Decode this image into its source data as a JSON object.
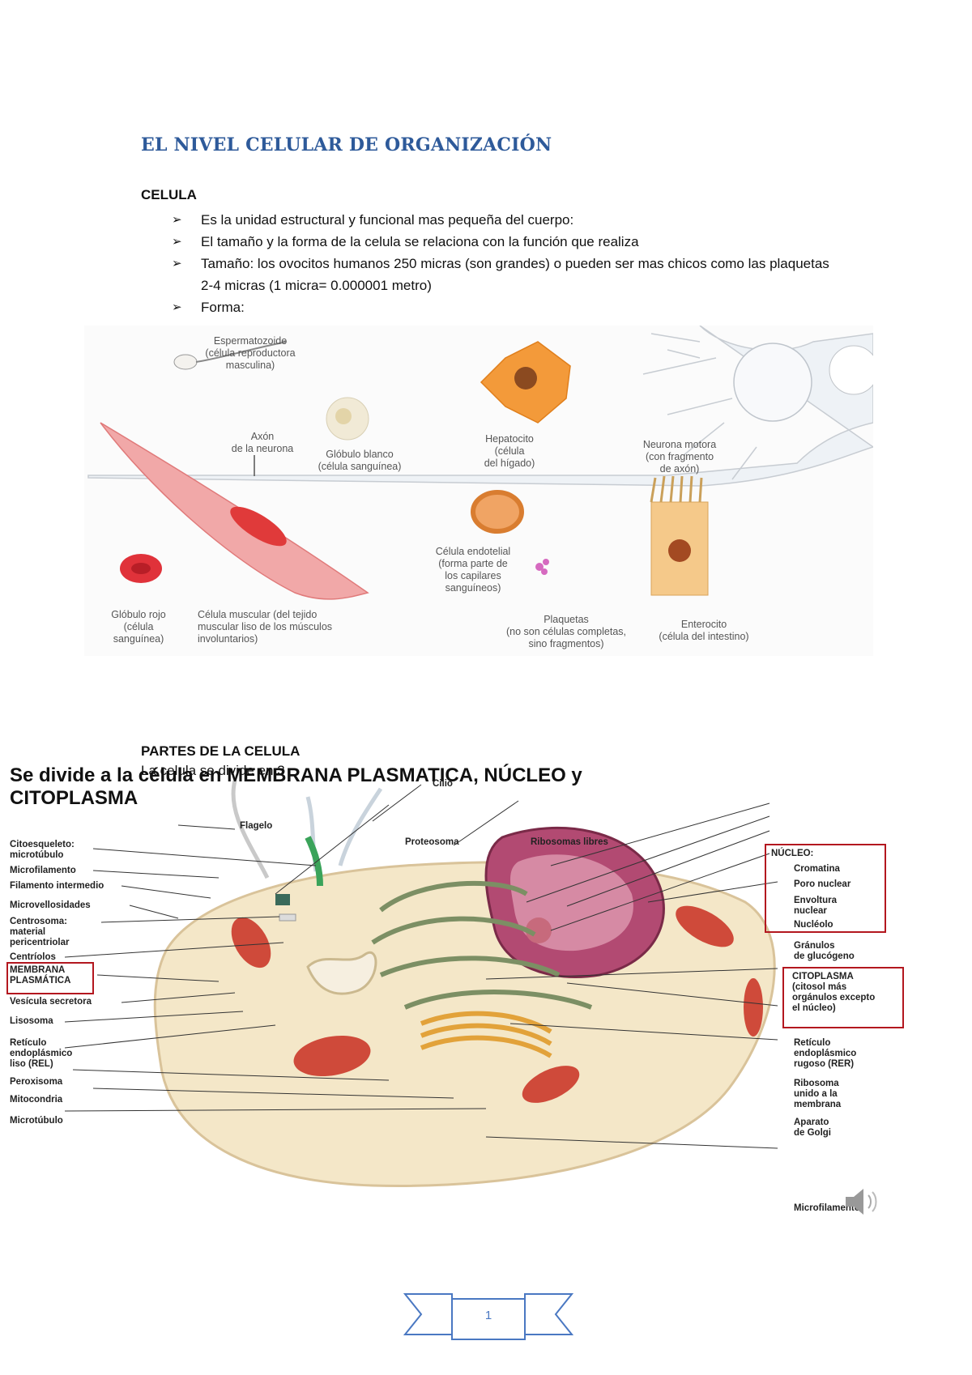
{
  "title": "EL NIVEL  CELULAR DE ORGANIZACIÓN",
  "section1": {
    "heading": "CELULA",
    "bullets": [
      "Es la unidad estructural y funcional mas pequeña del cuerpo:",
      "El tamaño y la forma de la celula se relaciona con la función  que realiza",
      "Tamaño: los ovocitos humanos 250 micras (son grandes) o pueden ser mas chicos como las plaquetas 2-4 micras (1 micra= 0.000001 metro)",
      "Forma:"
    ]
  },
  "figure1": {
    "labels": {
      "espermatozoide": "Espermatozoide\n(célula reproductora\nmasculina)",
      "axon": "Axón\nde la neurona",
      "globulo_blanco": "Glóbulo blanco\n(célula sanguínea)",
      "hepatocito": "Hepatocito\n(célula\ndel hígado)",
      "neurona": "Neurona motora\n(con fragmento\nde axón)",
      "endotelial": "Célula endotelial\n(forma parte de\nlos capilares\nsanguíneos)",
      "globulo_rojo": "Glóbulo rojo\n(célula\nsanguínea)",
      "muscular": "Célula muscular (del tejido\nmuscular liso de los músculos\ninvoluntarios)",
      "plaquetas": "Plaquetas\n(no son células completas,\nsino fragmentos)",
      "enterocito": "Enterocito\n(célula del intestino)"
    }
  },
  "section2": {
    "heading": "PARTES DE LA CELULA",
    "subtitle": "La celula se divide en 3"
  },
  "figure2": {
    "banner": "Se divide a la célula en  MEMBRANA PLASMATICA, NÚCLEO y\nCITOPLASMA",
    "left_labels": [
      "Citoesqueleto:\nmicrotúbulo",
      "Microfilamento",
      "Filamento intermedio",
      "Microvellosidades",
      "Centrosoma:\nmaterial\npericentriolar",
      "Centríolos",
      "MEMBRANA\nPLASMÁTICA",
      "Vesícula secretora",
      "Lisosoma",
      "Retículo\nendoplásmico\nliso (REL)",
      "Peroxisoma",
      "Mitocondria",
      "Microtúbulo"
    ],
    "top_labels": [
      "Flagelo",
      "Cilio",
      "Proteosoma",
      "Ribosomas libres"
    ],
    "nucleo_box": "NÚCLEO:",
    "nucleo_items": [
      "Cromatina",
      "Poro nuclear",
      "Envoltura\nnuclear",
      "Nucléolo"
    ],
    "right_labels": [
      "Gránulos\nde glucógeno",
      "Retículo\nendoplásmico\nrugoso (RER)",
      "Ribosoma\nunido a la\nmembrana",
      "Aparato\nde Golgi",
      "Microfilamento"
    ],
    "citoplasma_box": "CITOPLASMA\n(citosol más\norgánulos excepto\nel núcleo)"
  },
  "page_number": "1",
  "colors": {
    "title": "#2e5a9a",
    "box_red": "#b3171f",
    "footer_blue": "#4a78c2"
  }
}
